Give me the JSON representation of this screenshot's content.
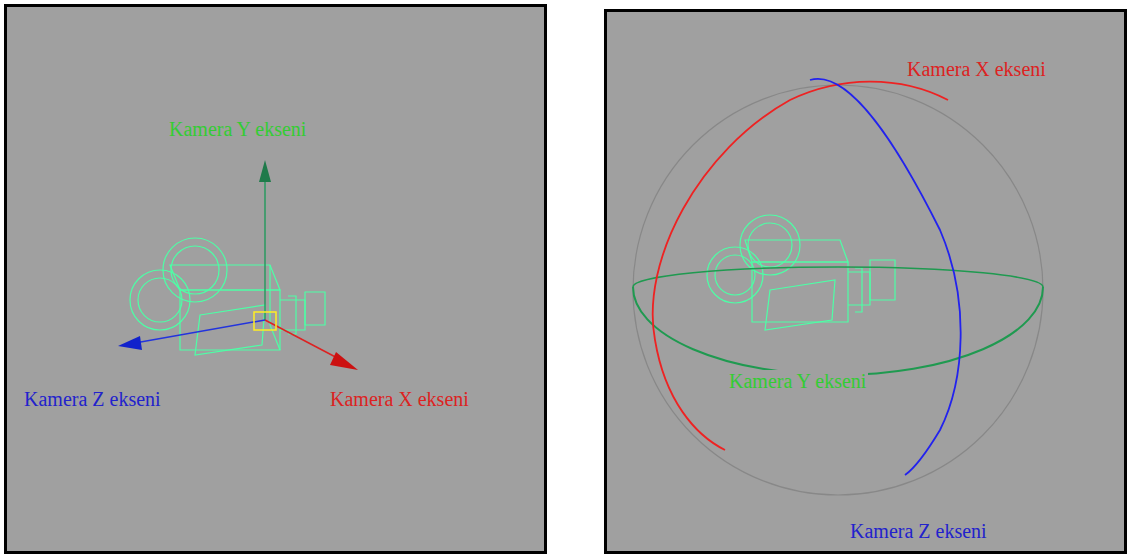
{
  "diagram": {
    "labels": [
      "Kamera Y ekseni",
      "Kamera Z ekseni",
      "Kamera X ekseni",
      "Kamera X ekseni",
      "Kamera Y ekseni",
      "Kamera Z ekseni"
    ]
  }
}
